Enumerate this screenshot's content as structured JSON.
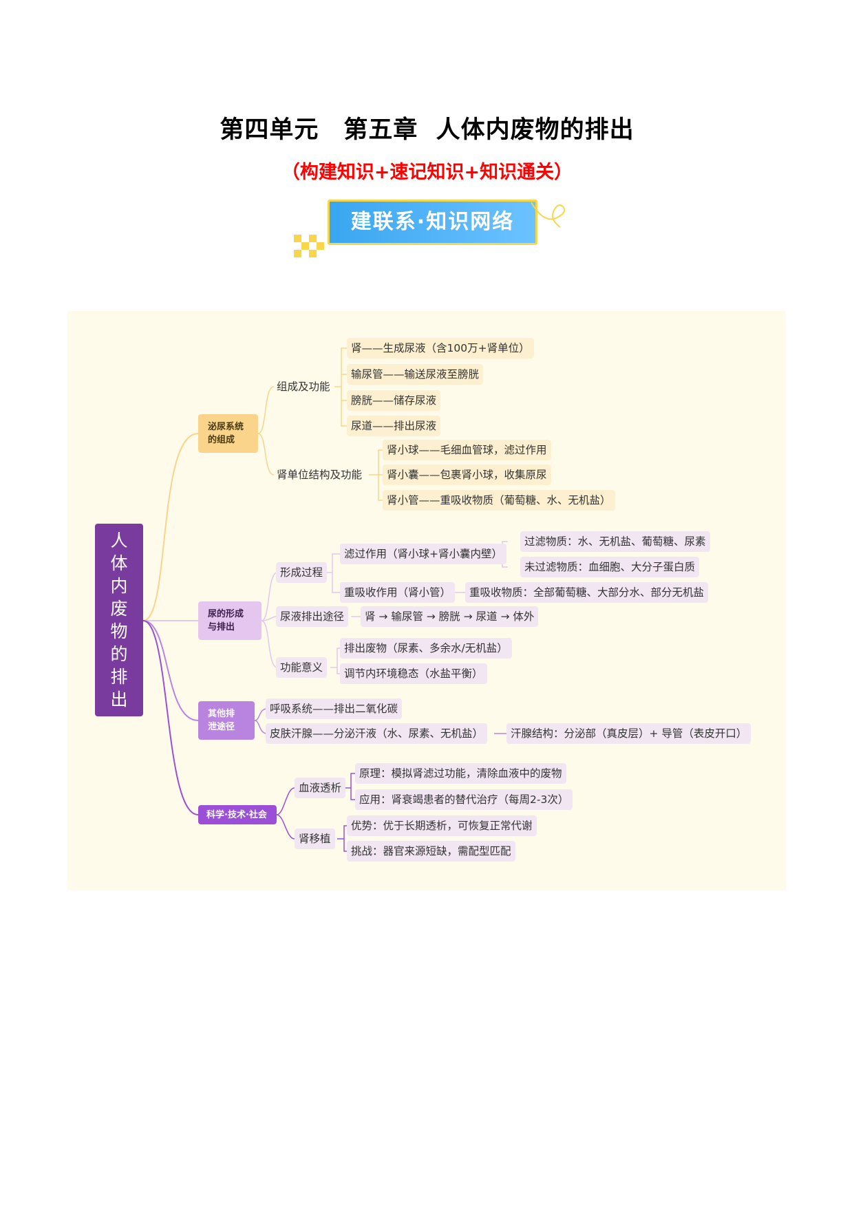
{
  "header": {
    "title": "第四单元　第五章  人体内废物的排出",
    "subtitle": "（构建知识+速记知识+知识通关）",
    "banner": "建联系·知识网络"
  },
  "mindmap": {
    "root": "人体内废物的排出",
    "branches": [
      {
        "label": "泌尿系统\n的组成",
        "groups": [
          {
            "label": "组成及功能",
            "items": [
              "肾——生成尿液（含100万+肾单位）",
              "输尿管——输送尿液至膀胱",
              "膀胱——储存尿液",
              "尿道——排出尿液"
            ]
          },
          {
            "label": "肾单位结构及功能",
            "items": [
              "肾小球——毛细血管球，滤过作用",
              "肾小囊——包裹肾小球，收集原尿",
              "肾小管——重吸收物质（葡萄糖、水、无机盐）"
            ]
          }
        ]
      },
      {
        "label": "尿的形成\n与排出",
        "groups": [
          {
            "label": "形成过程",
            "items": [
              {
                "text": "滤过作用（肾小球+肾小囊内壁）",
                "children": [
                  "过滤物质：水、无机盐、葡萄糖、尿素",
                  "未过滤物质：血细胞、大分子蛋白质"
                ]
              },
              {
                "text": "重吸收作用（肾小管）",
                "children": [
                  "重吸收物质：全部葡萄糖、大部分水、部分无机盐"
                ]
              }
            ]
          },
          {
            "label": "尿液排出途径",
            "items": [
              "肾 → 输尿管 → 膀胱 → 尿道 → 体外"
            ]
          },
          {
            "label": "功能意义",
            "items": [
              "排出废物（尿素、多余水/无机盐）",
              "调节内环境稳态（水盐平衡）"
            ]
          }
        ]
      },
      {
        "label": "其他排\n泄途径",
        "items": [
          {
            "text": "呼吸系统——排出二氧化碳"
          },
          {
            "text": "皮肤汗腺——分泌汗液（水、尿素、无机盐）",
            "children": [
              "汗腺结构：分泌部（真皮层）+ 导管（表皮开口）"
            ]
          }
        ]
      },
      {
        "label": "科学·技术·社会",
        "groups": [
          {
            "label": "血液透析",
            "items": [
              "原理：模拟肾滤过功能，清除血液中的废物",
              "应用：肾衰竭患者的替代治疗（每周2-3次）"
            ]
          },
          {
            "label": "肾移植",
            "items": [
              "优势：优于长期透析，可恢复正常代谢",
              "挑战：器官来源短缺，需配型匹配"
            ]
          }
        ]
      }
    ]
  },
  "colors": {
    "title": "#000000",
    "subtitle": "#ff0000",
    "banner": "#3aa6f0",
    "root": "#7a3b9e",
    "branch1": "#f9d48a",
    "branch2": "#e4c6ef",
    "branch3": "#b983e0",
    "branch4": "#9b4fd6",
    "background": "#fefbeb"
  }
}
